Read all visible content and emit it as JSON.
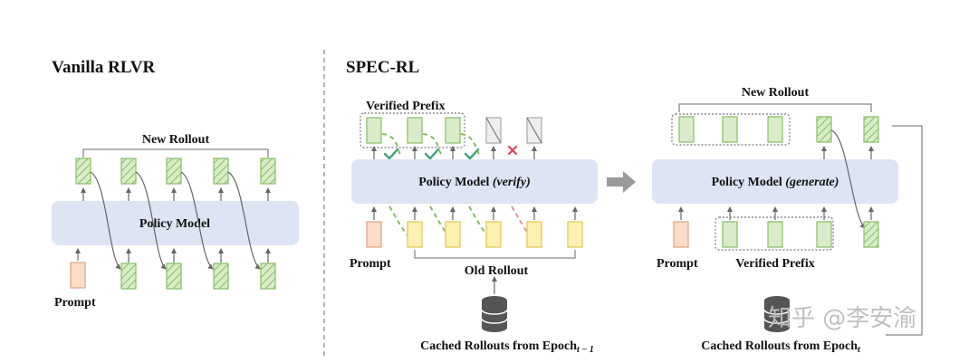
{
  "vanilla": {
    "title": "Vanilla RLVR",
    "new_rollout": "New Rollout",
    "model": "Policy Model",
    "prompt": "Prompt"
  },
  "spec": {
    "title": "SPEC-RL",
    "verified_prefix_top": "Verified Prefix",
    "verify_model": "Policy Model",
    "verify_suffix": "(verify)",
    "prompt": "Prompt",
    "old_rollout": "Old Rollout",
    "cached_prev_main": "Cached Rollouts from Epoch",
    "cached_prev_sub": "t − 1",
    "new_rollout": "New Rollout",
    "generate_model": "Policy Model",
    "generate_suffix": "(generate)",
    "prompt2": "Prompt",
    "verified_prefix_bottom": "Verified Prefix",
    "cached_cur_main": "Cached Rollouts from Epoch",
    "cached_cur_sub": "t"
  },
  "watermark": "知乎 @李安渝",
  "colors": {
    "model_fill": "#dde4f4",
    "prompt_fill": "#f9dcc9",
    "prompt_stroke": "#e3a27e",
    "green_fill": "#d9ecc9",
    "green_stroke": "#86bf63",
    "yellow_fill": "#fff1b3",
    "yellow_stroke": "#e6c34a",
    "gray_fill": "#eeeeee",
    "gray_stroke": "#a8a8a8",
    "check": "#3aa37a",
    "cross": "#e0425a",
    "dash_green": "#79b751",
    "dash_pink": "#e2868f",
    "arrow": "#9a9a9a"
  }
}
